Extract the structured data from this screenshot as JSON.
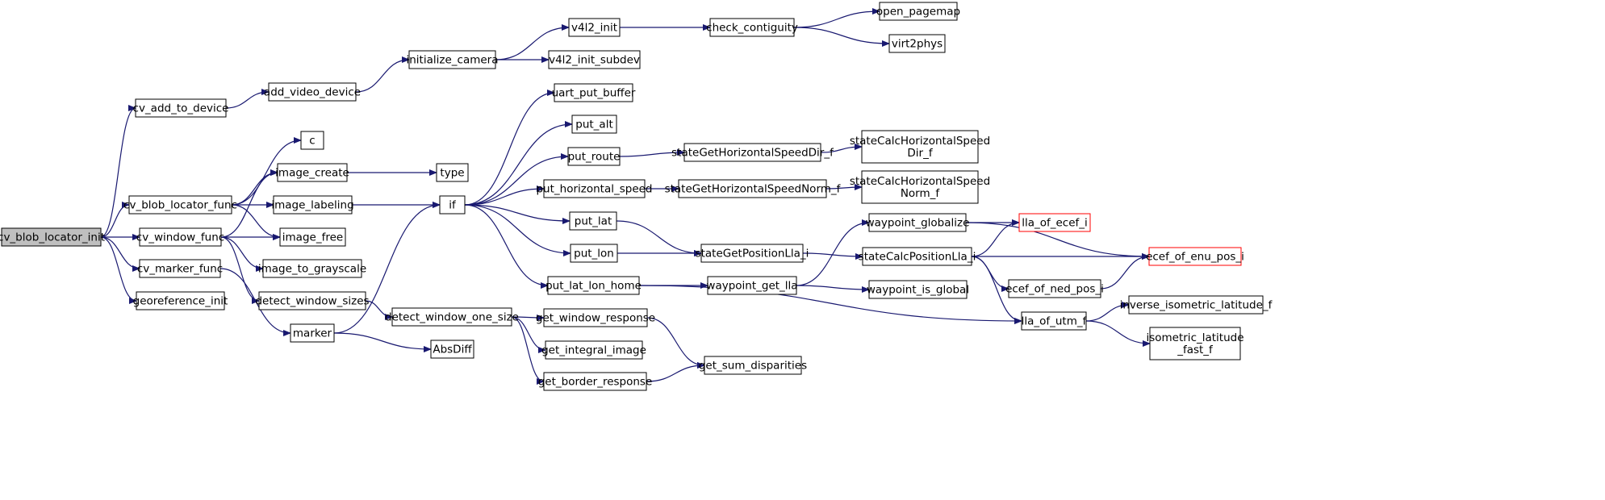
{
  "colors": {
    "edge": "#191970",
    "node_border": "#000000",
    "root_fill": "#bfbfbf",
    "external_border": "#ff0000",
    "background": "#ffffff"
  },
  "nodes": [
    {
      "id": "cv_blob_locator_init",
      "lines": [
        "cv_blob_locator_init"
      ],
      "style": "root"
    },
    {
      "id": "cv_add_to_device",
      "lines": [
        "cv_add_to_device"
      ]
    },
    {
      "id": "cv_blob_locator_func",
      "lines": [
        "cv_blob_locator_func"
      ]
    },
    {
      "id": "cv_window_func",
      "lines": [
        "cv_window_func"
      ]
    },
    {
      "id": "cv_marker_func",
      "lines": [
        "cv_marker_func"
      ]
    },
    {
      "id": "georeference_init",
      "lines": [
        "georeference_init"
      ]
    },
    {
      "id": "add_video_device",
      "lines": [
        "add_video_device"
      ]
    },
    {
      "id": "c",
      "lines": [
        "c"
      ]
    },
    {
      "id": "image_create",
      "lines": [
        "image_create"
      ]
    },
    {
      "id": "image_labeling",
      "lines": [
        "image_labeling"
      ]
    },
    {
      "id": "image_free",
      "lines": [
        "image_free"
      ]
    },
    {
      "id": "image_to_grayscale",
      "lines": [
        "image_to_grayscale"
      ]
    },
    {
      "id": "detect_window_sizes",
      "lines": [
        "detect_window_sizes"
      ]
    },
    {
      "id": "marker",
      "lines": [
        "marker"
      ]
    },
    {
      "id": "initialize_camera",
      "lines": [
        "initialize_camera"
      ]
    },
    {
      "id": "type",
      "lines": [
        "type"
      ]
    },
    {
      "id": "if",
      "lines": [
        "if"
      ]
    },
    {
      "id": "detect_window_one_size",
      "lines": [
        "detect_window_one_size"
      ]
    },
    {
      "id": "AbsDiff",
      "lines": [
        "AbsDiff"
      ]
    },
    {
      "id": "v4l2_init",
      "lines": [
        "v4l2_init"
      ]
    },
    {
      "id": "v4l2_init_subdev",
      "lines": [
        "v4l2_init_subdev"
      ]
    },
    {
      "id": "uart_put_buffer",
      "lines": [
        "uart_put_buffer"
      ]
    },
    {
      "id": "put_alt",
      "lines": [
        "put_alt"
      ]
    },
    {
      "id": "put_route",
      "lines": [
        "put_route"
      ]
    },
    {
      "id": "put_horizontal_speed",
      "lines": [
        "put_horizontal_speed"
      ]
    },
    {
      "id": "put_lat",
      "lines": [
        "put_lat"
      ]
    },
    {
      "id": "put_lon",
      "lines": [
        "put_lon"
      ]
    },
    {
      "id": "put_lat_lon_home",
      "lines": [
        "put_lat_lon_home"
      ]
    },
    {
      "id": "get_window_response",
      "lines": [
        "get_window_response"
      ]
    },
    {
      "id": "get_integral_image",
      "lines": [
        "get_integral_image"
      ]
    },
    {
      "id": "get_border_response",
      "lines": [
        "get_border_response"
      ]
    },
    {
      "id": "check_contiguity",
      "lines": [
        "check_contiguity"
      ]
    },
    {
      "id": "stateGetHorizontalSpeedDir_f",
      "lines": [
        "stateGetHorizontalSpeedDir_f"
      ]
    },
    {
      "id": "stateGetHorizontalSpeedNorm_f",
      "lines": [
        "stateGetHorizontalSpeedNorm_f"
      ]
    },
    {
      "id": "stateGetPositionLla_i",
      "lines": [
        "stateGetPositionLla_i"
      ]
    },
    {
      "id": "waypoint_get_lla",
      "lines": [
        "waypoint_get_lla"
      ]
    },
    {
      "id": "get_sum_disparities",
      "lines": [
        "get_sum_disparities"
      ]
    },
    {
      "id": "open_pagemap",
      "lines": [
        "open_pagemap"
      ]
    },
    {
      "id": "virt2phys",
      "lines": [
        "virt2phys"
      ]
    },
    {
      "id": "stateCalcHorizontalSpeedDir_f",
      "lines": [
        "stateCalcHorizontalSpeed",
        "Dir_f"
      ]
    },
    {
      "id": "stateCalcHorizontalSpeedNorm_f",
      "lines": [
        "stateCalcHorizontalSpeed",
        "Norm_f"
      ]
    },
    {
      "id": "waypoint_globalize",
      "lines": [
        "waypoint_globalize"
      ]
    },
    {
      "id": "stateCalcPositionLla_i",
      "lines": [
        "stateCalcPositionLla_i"
      ]
    },
    {
      "id": "waypoint_is_global",
      "lines": [
        "waypoint_is_global"
      ]
    },
    {
      "id": "lla_of_ecef_i",
      "lines": [
        "lla_of_ecef_i"
      ],
      "style": "external"
    },
    {
      "id": "ecef_of_ned_pos_i",
      "lines": [
        "ecef_of_ned_pos_i"
      ]
    },
    {
      "id": "lla_of_utm_f",
      "lines": [
        "lla_of_utm_f"
      ]
    },
    {
      "id": "ecef_of_enu_pos_i",
      "lines": [
        "ecef_of_enu_pos_i"
      ],
      "style": "external"
    },
    {
      "id": "inverse_isometric_latitude_f",
      "lines": [
        "inverse_isometric_latitude_f"
      ]
    },
    {
      "id": "isometric_latitude_fast_f",
      "lines": [
        "isometric_latitude",
        "_fast_f"
      ]
    }
  ],
  "edges": [
    {
      "from": "cv_blob_locator_init",
      "to": "cv_add_to_device"
    },
    {
      "from": "cv_blob_locator_init",
      "to": "cv_blob_locator_func"
    },
    {
      "from": "cv_blob_locator_init",
      "to": "cv_window_func"
    },
    {
      "from": "cv_blob_locator_init",
      "to": "cv_marker_func"
    },
    {
      "from": "cv_blob_locator_init",
      "to": "georeference_init"
    },
    {
      "from": "cv_add_to_device",
      "to": "add_video_device"
    },
    {
      "from": "add_video_device",
      "to": "initialize_camera"
    },
    {
      "from": "initialize_camera",
      "to": "v4l2_init"
    },
    {
      "from": "initialize_camera",
      "to": "v4l2_init_subdev"
    },
    {
      "from": "v4l2_init",
      "to": "check_contiguity"
    },
    {
      "from": "check_contiguity",
      "to": "open_pagemap"
    },
    {
      "from": "check_contiguity",
      "to": "virt2phys"
    },
    {
      "from": "cv_blob_locator_func",
      "to": "c"
    },
    {
      "from": "cv_blob_locator_func",
      "to": "image_create"
    },
    {
      "from": "cv_blob_locator_func",
      "to": "image_labeling"
    },
    {
      "from": "cv_blob_locator_func",
      "to": "image_free"
    },
    {
      "from": "cv_window_func",
      "to": "image_create"
    },
    {
      "from": "cv_window_func",
      "to": "image_free"
    },
    {
      "from": "cv_window_func",
      "to": "image_to_grayscale"
    },
    {
      "from": "cv_window_func",
      "to": "detect_window_sizes"
    },
    {
      "from": "cv_marker_func",
      "to": "marker"
    },
    {
      "from": "image_create",
      "to": "type"
    },
    {
      "from": "image_labeling",
      "to": "if"
    },
    {
      "from": "marker",
      "to": "if"
    },
    {
      "from": "marker",
      "to": "AbsDiff"
    },
    {
      "from": "detect_window_sizes",
      "to": "detect_window_one_size"
    },
    {
      "from": "detect_window_one_size",
      "to": "get_window_response"
    },
    {
      "from": "detect_window_one_size",
      "to": "get_integral_image"
    },
    {
      "from": "detect_window_one_size",
      "to": "get_border_response"
    },
    {
      "from": "get_window_response",
      "to": "get_sum_disparities"
    },
    {
      "from": "get_border_response",
      "to": "get_sum_disparities"
    },
    {
      "from": "if",
      "to": "uart_put_buffer"
    },
    {
      "from": "if",
      "to": "put_alt"
    },
    {
      "from": "if",
      "to": "put_route"
    },
    {
      "from": "if",
      "to": "put_horizontal_speed"
    },
    {
      "from": "if",
      "to": "put_lat"
    },
    {
      "from": "if",
      "to": "put_lon"
    },
    {
      "from": "if",
      "to": "put_lat_lon_home"
    },
    {
      "from": "put_route",
      "to": "stateGetHorizontalSpeedDir_f"
    },
    {
      "from": "stateGetHorizontalSpeedDir_f",
      "to": "stateCalcHorizontalSpeedDir_f"
    },
    {
      "from": "put_horizontal_speed",
      "to": "stateGetHorizontalSpeedNorm_f"
    },
    {
      "from": "stateGetHorizontalSpeedNorm_f",
      "to": "stateCalcHorizontalSpeedNorm_f"
    },
    {
      "from": "put_lat",
      "to": "stateGetPositionLla_i"
    },
    {
      "from": "put_lon",
      "to": "stateGetPositionLla_i"
    },
    {
      "from": "put_lat_lon_home",
      "to": "waypoint_get_lla"
    },
    {
      "from": "put_lat_lon_home",
      "to": "lla_of_utm_f"
    },
    {
      "from": "stateGetPositionLla_i",
      "to": "stateCalcPositionLla_i"
    },
    {
      "from": "waypoint_get_lla",
      "to": "waypoint_globalize"
    },
    {
      "from": "waypoint_get_lla",
      "to": "waypoint_is_global"
    },
    {
      "from": "waypoint_globalize",
      "to": "lla_of_ecef_i"
    },
    {
      "from": "waypoint_globalize",
      "to": "ecef_of_enu_pos_i"
    },
    {
      "from": "stateCalcPositionLla_i",
      "to": "lla_of_ecef_i"
    },
    {
      "from": "stateCalcPositionLla_i",
      "to": "ecef_of_enu_pos_i"
    },
    {
      "from": "stateCalcPositionLla_i",
      "to": "ecef_of_ned_pos_i"
    },
    {
      "from": "stateCalcPositionLla_i",
      "to": "lla_of_utm_f"
    },
    {
      "from": "ecef_of_ned_pos_i",
      "to": "ecef_of_enu_pos_i"
    },
    {
      "from": "lla_of_utm_f",
      "to": "inverse_isometric_latitude_f"
    },
    {
      "from": "lla_of_utm_f",
      "to": "isometric_latitude_fast_f"
    }
  ]
}
